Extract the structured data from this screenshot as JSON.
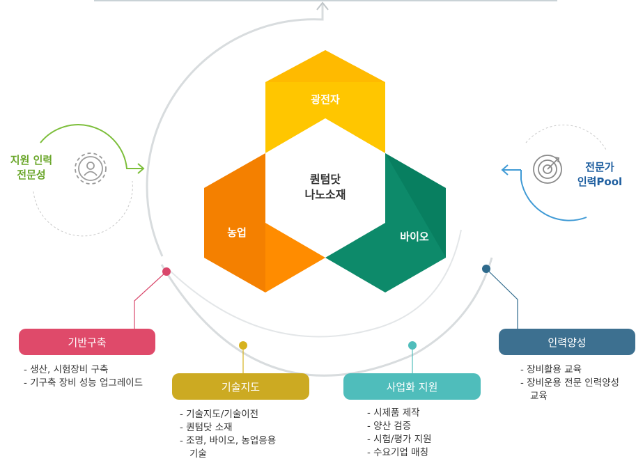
{
  "center": {
    "line1": "퀀텀닷",
    "line2": "나노소재"
  },
  "segments": {
    "top": "광전자",
    "left": "농업",
    "right": "바이오"
  },
  "left_feature": {
    "line1": "지원 인력",
    "line2": "전문성",
    "color": "#6aa62a",
    "icon": "gear-person-icon"
  },
  "right_feature": {
    "line1": "전문가",
    "line2": "인력Pool",
    "color": "#1f5fa0",
    "icon": "target-arrow-icon"
  },
  "cards": [
    {
      "title": "기반구축",
      "color": "#df4a6a",
      "dot": "#d9466a",
      "items": [
        "생산, 시험장비 구축",
        "기구축 장비 성능 업그레이드"
      ]
    },
    {
      "title": "기술지도",
      "color": "#ccaa22",
      "dot": "#d6b21e",
      "items": [
        "기술지도/기술이전",
        "퀀텀닷 소재",
        "조명, 바이오, 농업응용기술"
      ]
    },
    {
      "title": "사업화 지원",
      "color": "#4fbdbb",
      "dot": "#4fbdbb",
      "items": [
        "시제품 제작",
        "양산 검증",
        "시험/평가 지원",
        "수요기업 매칭"
      ]
    },
    {
      "title": "인력양성",
      "color": "#3d7090",
      "dot": "#2e6a8c",
      "items": [
        "장비활용 교육",
        "장비운용 전문 인력양성교육"
      ]
    }
  ]
}
